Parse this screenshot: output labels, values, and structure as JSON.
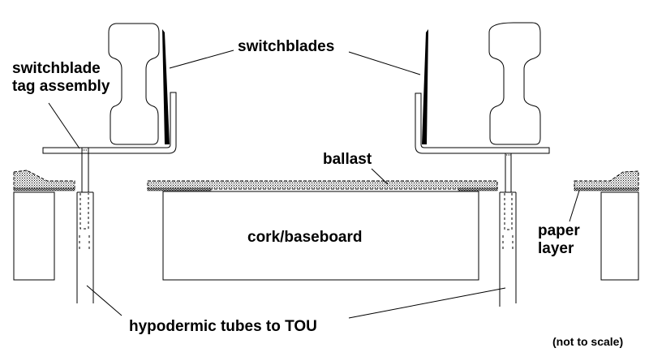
{
  "diagram": {
    "title": "Switchblade tag assembly cross-section",
    "colors": {
      "ink": "#000000",
      "background": "#ffffff",
      "ballast_fill": "#d8d8d8"
    },
    "labels": {
      "switchblades": "switchblades",
      "tag_assembly": "switchblade\ntag assembly",
      "ballast": "ballast",
      "cork_baseboard": "cork/baseboard",
      "paper_layer": "paper\nlayer",
      "hypodermic_tubes": "hypodermic tubes to TOU",
      "not_to_scale": "(not to scale)"
    },
    "components": [
      "left-rail",
      "right-rail",
      "left-switchblade",
      "right-switchblade",
      "left-tag-bracket",
      "right-tag-bracket",
      "left-hypodermic-tube",
      "right-hypodermic-tube",
      "central-ballast",
      "left-ballast",
      "right-ballast",
      "paper-layer",
      "cork-baseboard",
      "left-baseboard-block",
      "right-baseboard-block"
    ]
  }
}
